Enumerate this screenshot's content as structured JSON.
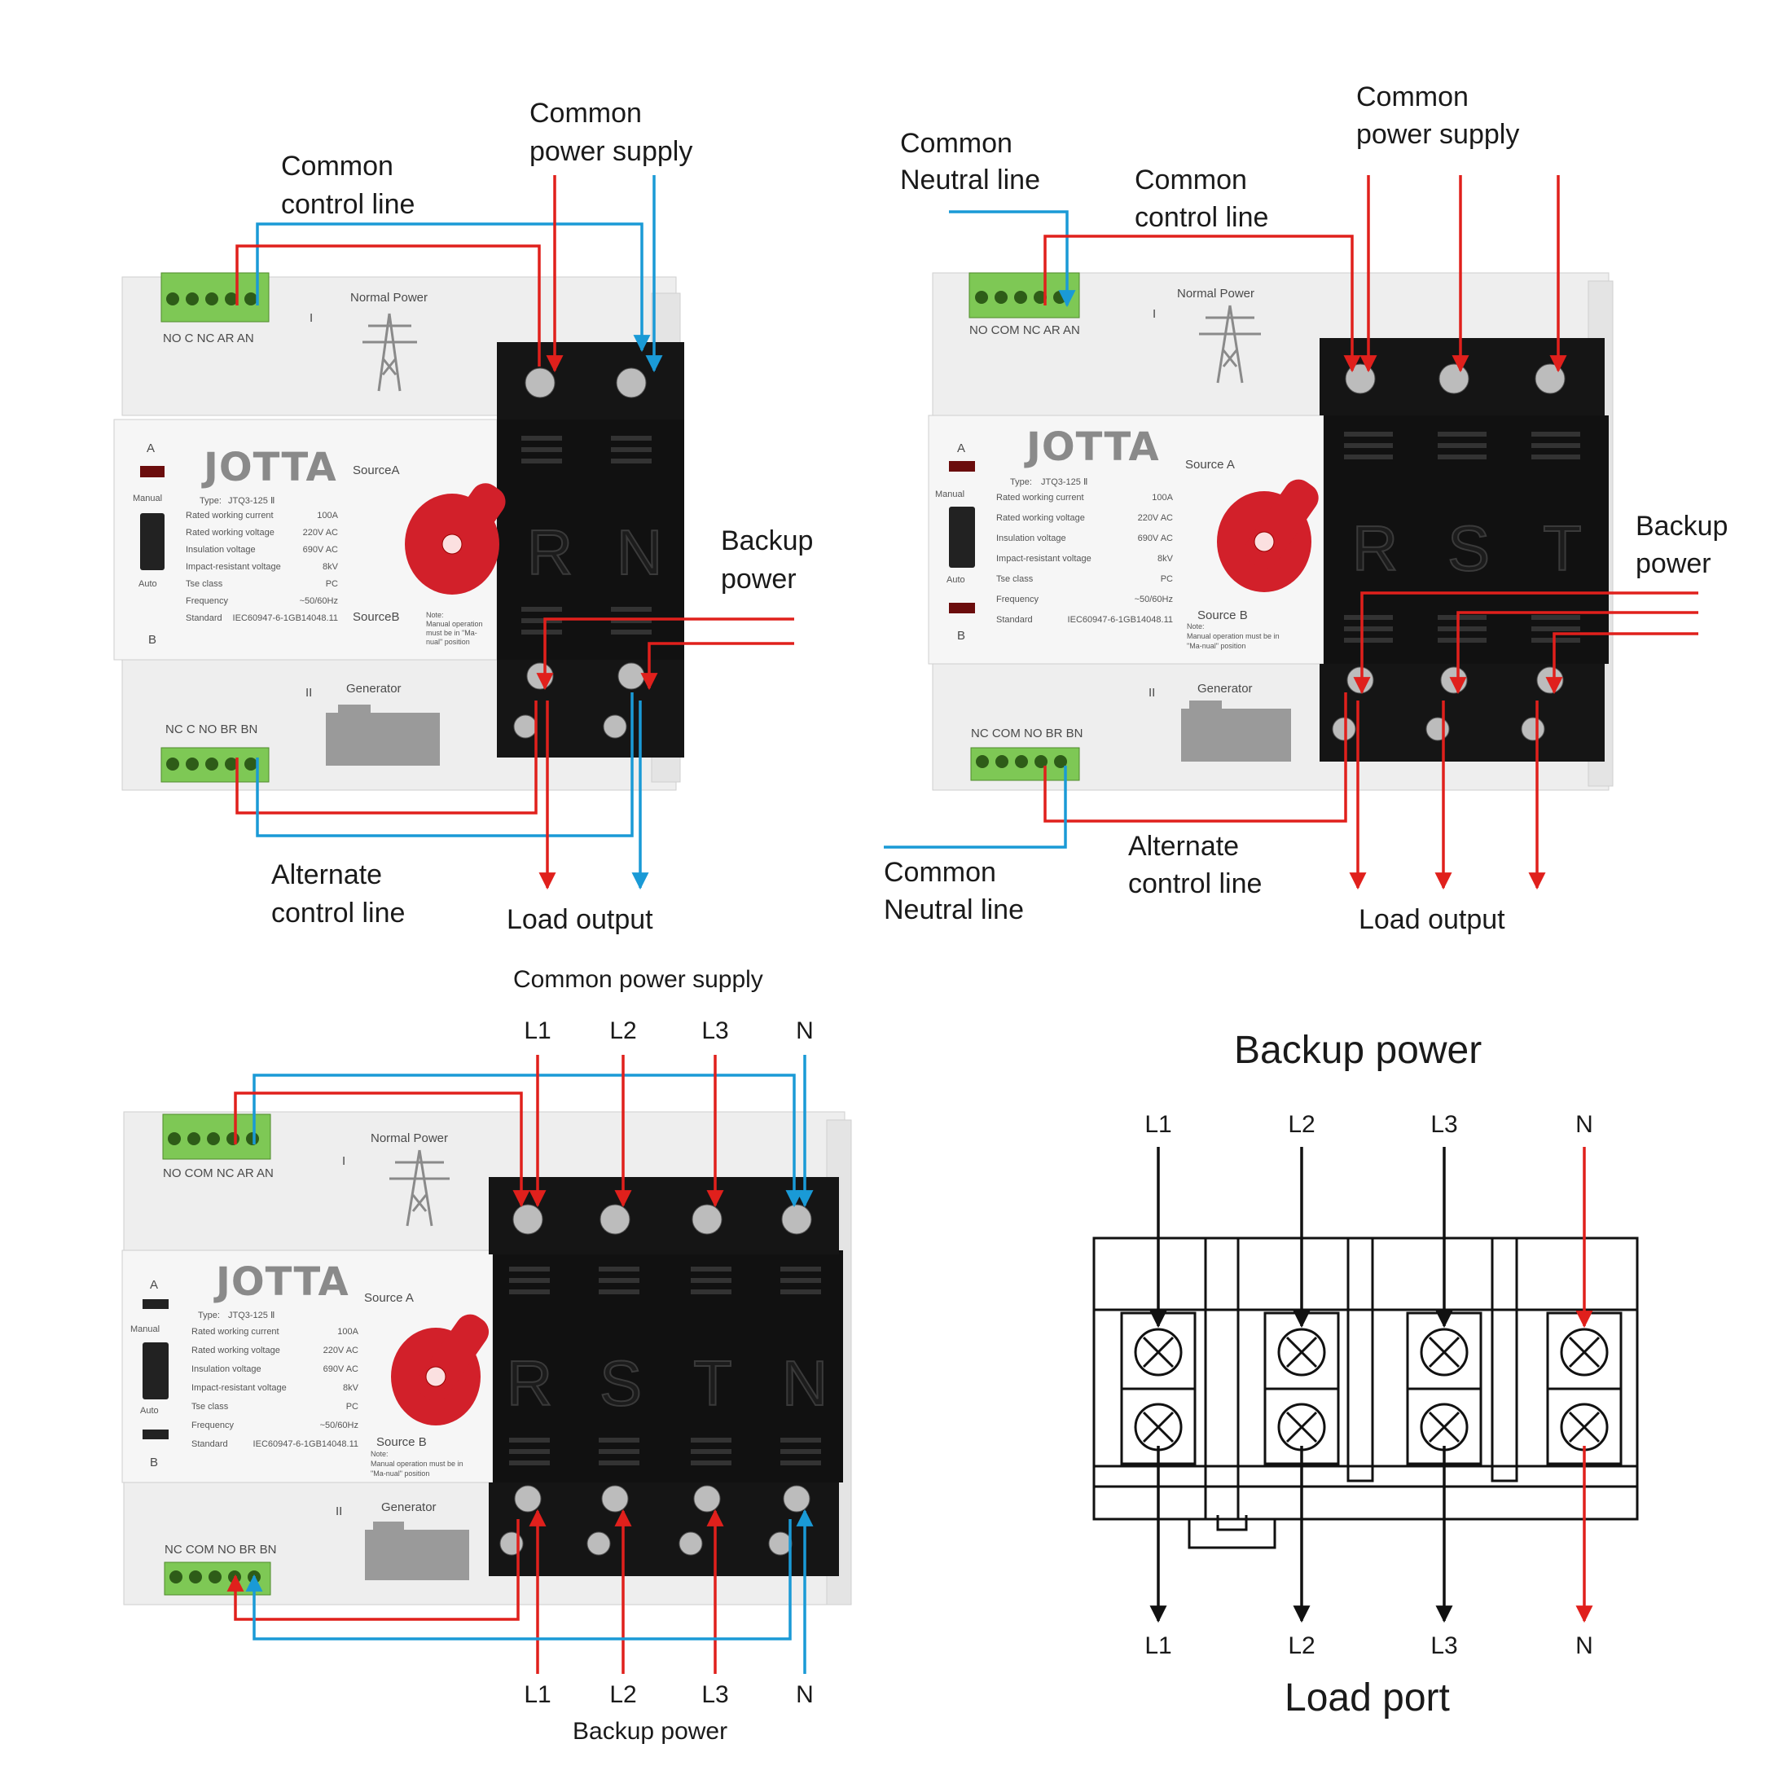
{
  "panel1": {
    "common_control_line": [
      "Common",
      "control line"
    ],
    "common_power_supply": [
      "Common",
      "power supply"
    ],
    "backup_power": [
      "Backup",
      "power"
    ],
    "alternate_control_line": [
      "Alternate",
      "control line"
    ],
    "load_output": "Load output",
    "device": {
      "brand": "JOTTA",
      "a": "A",
      "b": "B",
      "manual": "Manual",
      "auto": "Auto",
      "type_label": "Type:",
      "type_value": "JTQ3-125 Ⅱ",
      "source_a": "SourceA",
      "source_b": "SourceB",
      "normal_power": "Normal Power",
      "generator": "Generator",
      "roman1": "I",
      "roman2": "II",
      "top_terminals": "NO C NC AR AN",
      "bottom_terminals": "NC C NO BR BN",
      "poles": [
        "R",
        "N"
      ],
      "specs": [
        [
          "Rated working current",
          "100A"
        ],
        [
          "Rated working voltage",
          "220V AC"
        ],
        [
          "Insulation voltage",
          "690V AC"
        ],
        [
          "Impact-resistant voltage",
          "8kV"
        ],
        [
          "Tse class",
          "PC"
        ],
        [
          "Frequency",
          "~50/60Hz"
        ],
        [
          "Standard",
          "IEC60947-6-1GB14048.11"
        ]
      ],
      "note": [
        "Note:",
        "Manual operation",
        "must be in \"Ma-",
        "nual\" position"
      ]
    }
  },
  "panel2": {
    "common_neutral_top": [
      "Common",
      "Neutral line"
    ],
    "common_control_line": [
      "Common",
      "control line"
    ],
    "common_power_supply": [
      "Common",
      "power supply"
    ],
    "backup_power": [
      "Backup",
      "power"
    ],
    "common_neutral_bottom": [
      "Common",
      "Neutral line"
    ],
    "alternate_control_line": [
      "Alternate",
      "control line"
    ],
    "load_output": "Load output",
    "device": {
      "brand": "JOTTA",
      "a": "A",
      "b": "B",
      "manual": "Manual",
      "auto": "Auto",
      "type_label": "Type:",
      "type_value": "JTQ3-125 Ⅱ",
      "source_a": "Source A",
      "source_b": "Source B",
      "normal_power": "Normal Power",
      "generator": "Generator",
      "roman1": "I",
      "roman2": "II",
      "top_terminals": "NO COM NC AR AN",
      "bottom_terminals": "NC COM NO BR BN",
      "poles": [
        "R",
        "S",
        "T"
      ],
      "specs": [
        [
          "Rated working current",
          "100A"
        ],
        [
          "Rated working voltage",
          "220V AC"
        ],
        [
          "Insulation voltage",
          "690V AC"
        ],
        [
          "Impact-resistant voltage",
          "8kV"
        ],
        [
          "Tse class",
          "PC"
        ],
        [
          "Frequency",
          "~50/60Hz"
        ],
        [
          "Standard",
          "IEC60947-6-1GB14048.11"
        ]
      ],
      "note": [
        "Note:",
        "Manual operation must be in",
        "\"Ma-nual\" position"
      ]
    }
  },
  "panel3": {
    "common_power_supply": "Common power supply",
    "top_phases": [
      "L1",
      "L2",
      "L3",
      "N"
    ],
    "bottom_phases": [
      "L1",
      "L2",
      "L3",
      "N"
    ],
    "backup_power": "Backup power",
    "device": {
      "brand": "JOTTA",
      "a": "A",
      "b": "B",
      "manual": "Manual",
      "auto": "Auto",
      "type_label": "Type:",
      "type_value": "JTQ3-125 Ⅱ",
      "source_a": "Source A",
      "source_b": "Source B",
      "normal_power": "Normal Power",
      "generator": "Generator",
      "roman1": "I",
      "roman2": "II",
      "top_terminals": "NO COM NC AR AN",
      "bottom_terminals": "NC COM NO BR BN",
      "poles": [
        "R",
        "S",
        "T",
        "N"
      ],
      "specs": [
        [
          "Rated working current",
          "100A"
        ],
        [
          "Rated working voltage",
          "220V AC"
        ],
        [
          "Insulation voltage",
          "690V AC"
        ],
        [
          "Impact-resistant voltage",
          "8kV"
        ],
        [
          "Tse class",
          "PC"
        ],
        [
          "Frequency",
          "~50/60Hz"
        ],
        [
          "Standard",
          "IEC60947-6-1GB14048.11"
        ]
      ],
      "note": [
        "Note:",
        "Manual operation must be in",
        "\"Ma-nual\" position"
      ]
    }
  },
  "panel4": {
    "title": "Backup power",
    "top_phases": [
      "L1",
      "L2",
      "L3",
      "N"
    ],
    "bottom_phases": [
      "L1",
      "L2",
      "L3",
      "N"
    ],
    "footer": "Load port"
  },
  "colors": {
    "live": "#e0201c",
    "neutral": "#1a9ad6",
    "terminal_green": "#7ec855",
    "body": "#eeeeee",
    "black": "#111111",
    "handle": "#d2202a"
  }
}
